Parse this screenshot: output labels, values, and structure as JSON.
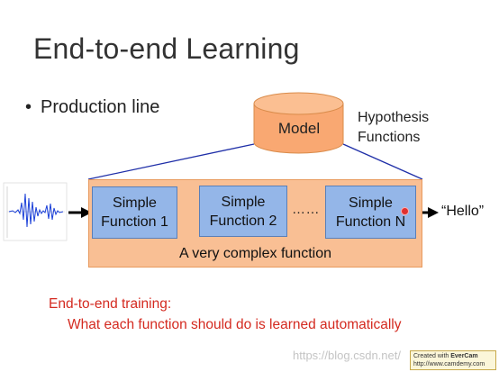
{
  "title": "End-to-end Learning",
  "bullet": "Production line",
  "model": {
    "label": "Model"
  },
  "hypothesis": {
    "line1": "Hypothesis",
    "line2": "Functions"
  },
  "functions": [
    {
      "line1": "Simple",
      "line2": "Function 1"
    },
    {
      "line1": "Simple",
      "line2": "Function 2"
    },
    {
      "line1": "Simple",
      "line2": "Function N"
    }
  ],
  "ellipsis": "……",
  "complex_label": "A very complex function",
  "output_label": "“Hello”",
  "note": {
    "line1": "End-to-end training:",
    "line2": "What each function should do is learned automatically"
  },
  "watermark": "https://blog.csdn.net/",
  "evercam": {
    "line1": "Created with",
    "brand": "EverCam",
    "line2": "http://www.camdemy.com"
  },
  "colors": {
    "function_box": "#94b6e8",
    "complex_box": "#f9bf94",
    "model_cylinder": "#f9a872",
    "note_text": "#d42a20",
    "lines": "#1f2fa8"
  }
}
